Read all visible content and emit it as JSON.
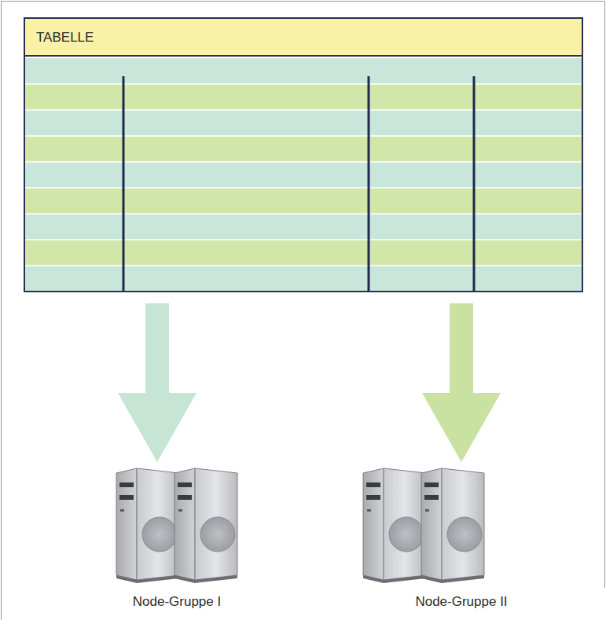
{
  "diagram": {
    "nodes": [
      {
        "text": [
          "TABELLE"
        ]
      },
      {
        "text": [
          "Node-Gruppe I"
        ]
      },
      {
        "text": [
          "Node-Gruppe II"
        ]
      }
    ],
    "edges": [
      {
        "from": 0,
        "to": 1,
        "arrow": "to"
      },
      {
        "from": 0,
        "to": 2,
        "arrow": "to"
      }
    ]
  }
}
